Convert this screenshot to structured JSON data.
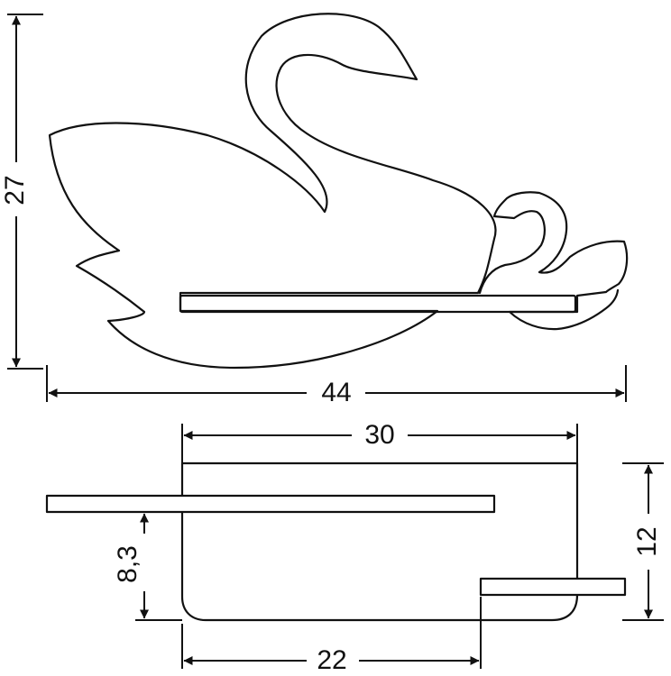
{
  "colors": {
    "line": "#111111",
    "background": "#ffffff"
  },
  "dimensions": {
    "height": "27",
    "width": "44",
    "shelf_width": "30",
    "depth": "12",
    "shelf_height": "8,3",
    "bottom_width": "22"
  }
}
